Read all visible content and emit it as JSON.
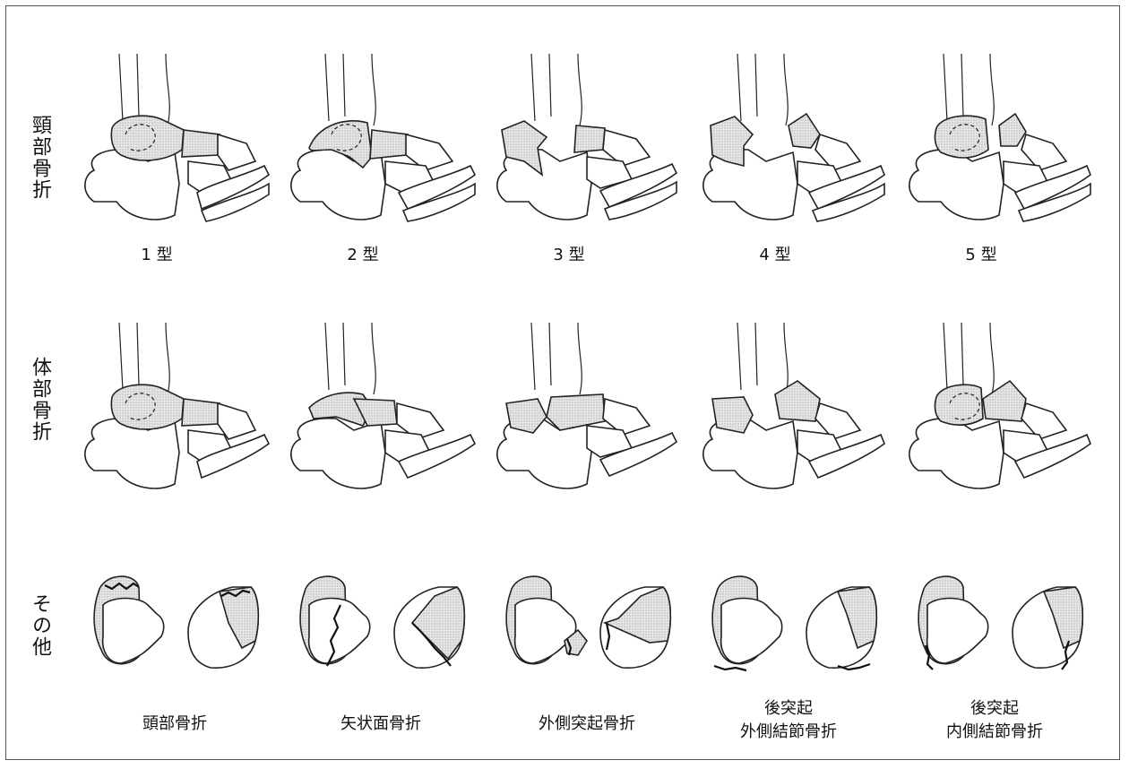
{
  "rows": [
    {
      "label": "頸部骨折",
      "captions": [
        "1 型",
        "2 型",
        "3 型",
        "4 型",
        "5 型"
      ]
    },
    {
      "label": "体部骨折",
      "captions": [
        "",
        "",
        "",
        "",
        ""
      ]
    },
    {
      "label": "その他",
      "captions": [
        [
          "頭部骨折"
        ],
        [
          "矢状面骨折"
        ],
        [
          "外側突起骨折"
        ],
        [
          "後突起",
          "外側結節骨折"
        ],
        [
          "後突起",
          "内側結節骨折"
        ]
      ]
    }
  ]
}
